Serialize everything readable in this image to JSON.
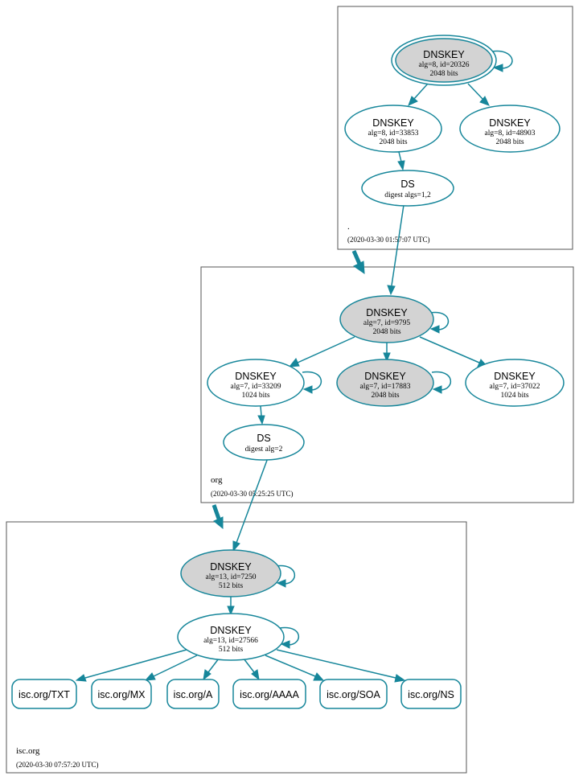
{
  "colors": {
    "edge": "#16869a",
    "node_fill_default": "#ffffff",
    "node_fill_highlighted": "#d3d3d3",
    "zone_border": "#555555"
  },
  "zones": {
    "root": {
      "name": ".",
      "timestamp": "(2020-03-30 01:57:07 UTC)"
    },
    "org": {
      "name": "org",
      "timestamp": "(2020-03-30 05:25:25 UTC)"
    },
    "isc": {
      "name": "isc.org",
      "timestamp": "(2020-03-30 07:57:20 UTC)"
    }
  },
  "nodes": {
    "root_ksk": {
      "title": "DNSKEY",
      "line1": "alg=8, id=20326",
      "line2": "2048 bits",
      "highlighted": true,
      "double_border": true
    },
    "root_zsk1": {
      "title": "DNSKEY",
      "line1": "alg=8, id=33853",
      "line2": "2048 bits",
      "highlighted": false
    },
    "root_zsk2": {
      "title": "DNSKEY",
      "line1": "alg=8, id=48903",
      "line2": "2048 bits",
      "highlighted": false
    },
    "root_ds": {
      "title": "DS",
      "line1": "digest algs=1,2",
      "highlighted": false
    },
    "org_ksk": {
      "title": "DNSKEY",
      "line1": "alg=7, id=9795",
      "line2": "2048 bits",
      "highlighted": true
    },
    "org_zsk1": {
      "title": "DNSKEY",
      "line1": "alg=7, id=33209",
      "line2": "1024 bits",
      "highlighted": false
    },
    "org_ksk2": {
      "title": "DNSKEY",
      "line1": "alg=7, id=17883",
      "line2": "2048 bits",
      "highlighted": true
    },
    "org_zsk2": {
      "title": "DNSKEY",
      "line1": "alg=7, id=37022",
      "line2": "1024 bits",
      "highlighted": false
    },
    "org_ds": {
      "title": "DS",
      "line1": "digest alg=2",
      "highlighted": false
    },
    "isc_ksk": {
      "title": "DNSKEY",
      "line1": "alg=13, id=7250",
      "line2": "512 bits",
      "highlighted": true
    },
    "isc_zsk": {
      "title": "DNSKEY",
      "line1": "alg=13, id=27566",
      "line2": "512 bits",
      "highlighted": false
    }
  },
  "rrsets": [
    "isc.org/TXT",
    "isc.org/MX",
    "isc.org/A",
    "isc.org/AAAA",
    "isc.org/SOA",
    "isc.org/NS"
  ]
}
